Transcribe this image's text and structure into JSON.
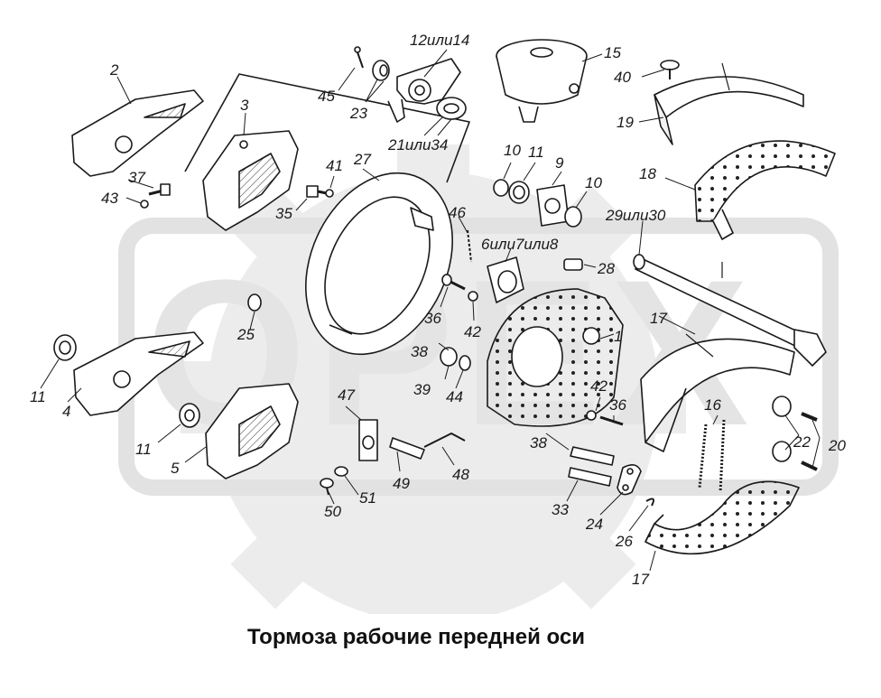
{
  "caption": "Тормоза рабочие передней оси",
  "watermark": {
    "text": "OPEX",
    "color": "#e4e4e4"
  },
  "callouts": [
    {
      "id": "c2",
      "text": "2"
    },
    {
      "id": "c3",
      "text": "3"
    },
    {
      "id": "c45",
      "text": "45"
    },
    {
      "id": "c23",
      "text": "23"
    },
    {
      "id": "c12",
      "text": "12или14"
    },
    {
      "id": "c15",
      "text": "15"
    },
    {
      "id": "c40",
      "text": "40"
    },
    {
      "id": "c19",
      "text": "19"
    },
    {
      "id": "c21",
      "text": "21или34"
    },
    {
      "id": "c37",
      "text": "37"
    },
    {
      "id": "c43",
      "text": "43"
    },
    {
      "id": "c41",
      "text": "41"
    },
    {
      "id": "c27",
      "text": "27"
    },
    {
      "id": "c35",
      "text": "35"
    },
    {
      "id": "c10a",
      "text": "10"
    },
    {
      "id": "c11a",
      "text": "11"
    },
    {
      "id": "c9",
      "text": "9"
    },
    {
      "id": "c10b",
      "text": "10"
    },
    {
      "id": "c18",
      "text": "18"
    },
    {
      "id": "c29",
      "text": "29или30"
    },
    {
      "id": "c46",
      "text": "46"
    },
    {
      "id": "c6",
      "text": "6или7или8"
    },
    {
      "id": "c28",
      "text": "28"
    },
    {
      "id": "c36a",
      "text": "36"
    },
    {
      "id": "c42a",
      "text": "42"
    },
    {
      "id": "c17a",
      "text": "17"
    },
    {
      "id": "c25",
      "text": "25"
    },
    {
      "id": "c38a",
      "text": "38"
    },
    {
      "id": "c1",
      "text": "1"
    },
    {
      "id": "c39",
      "text": "39"
    },
    {
      "id": "c44",
      "text": "44"
    },
    {
      "id": "c11b",
      "text": "11"
    },
    {
      "id": "c4",
      "text": "4"
    },
    {
      "id": "c47",
      "text": "47"
    },
    {
      "id": "c42b",
      "text": "42"
    },
    {
      "id": "c36b",
      "text": "36"
    },
    {
      "id": "c16",
      "text": "16"
    },
    {
      "id": "c11c",
      "text": "11"
    },
    {
      "id": "c5",
      "text": "5"
    },
    {
      "id": "c38b",
      "text": "38"
    },
    {
      "id": "c22",
      "text": "22"
    },
    {
      "id": "c20",
      "text": "20"
    },
    {
      "id": "c49",
      "text": "49"
    },
    {
      "id": "c48",
      "text": "48"
    },
    {
      "id": "c51",
      "text": "51"
    },
    {
      "id": "c50",
      "text": "50"
    },
    {
      "id": "c33",
      "text": "33"
    },
    {
      "id": "c24",
      "text": "24"
    },
    {
      "id": "c26",
      "text": "26"
    },
    {
      "id": "c17b",
      "text": "17"
    }
  ]
}
